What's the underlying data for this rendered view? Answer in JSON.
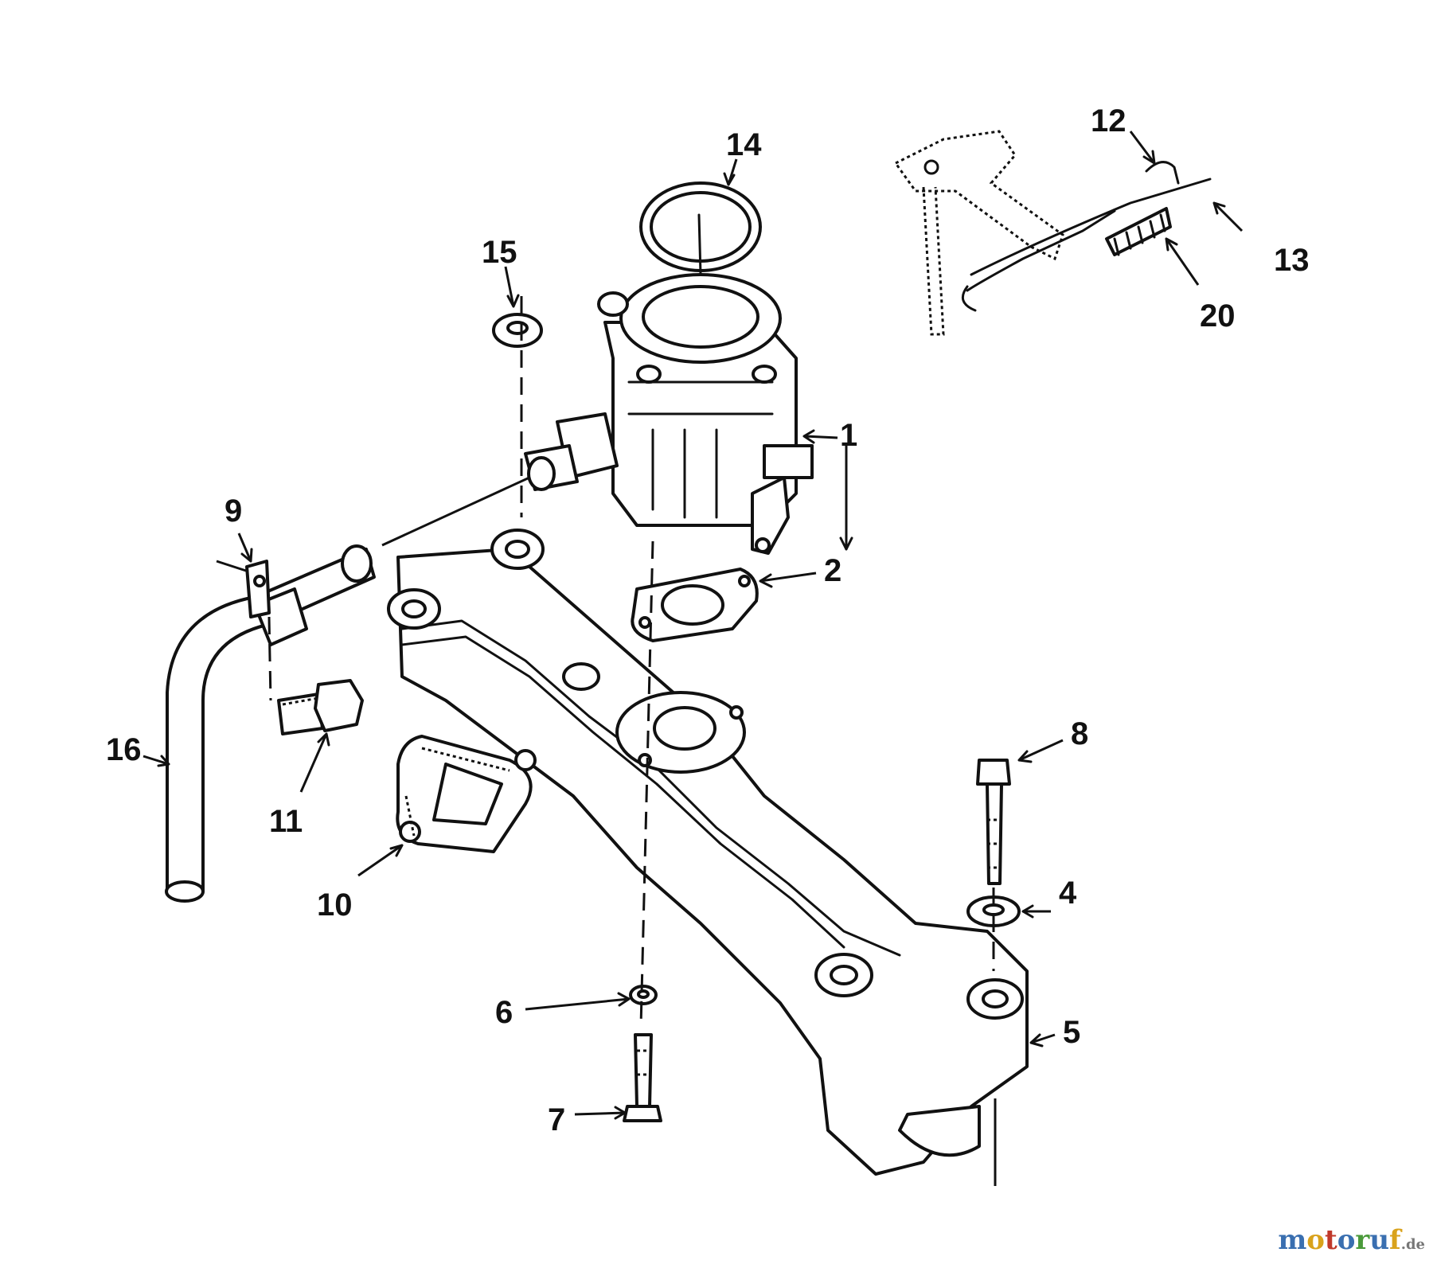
{
  "callouts": [
    {
      "id": "p1",
      "label": "1"
    },
    {
      "id": "p2",
      "label": "2"
    },
    {
      "id": "p4",
      "label": "4"
    },
    {
      "id": "p5",
      "label": "5"
    },
    {
      "id": "p6",
      "label": "6"
    },
    {
      "id": "p7",
      "label": "7"
    },
    {
      "id": "p8",
      "label": "8"
    },
    {
      "id": "p9",
      "label": "9"
    },
    {
      "id": "p10",
      "label": "10"
    },
    {
      "id": "p11",
      "label": "11"
    },
    {
      "id": "p12",
      "label": "12"
    },
    {
      "id": "p13",
      "label": "13"
    },
    {
      "id": "p14",
      "label": "14"
    },
    {
      "id": "p15",
      "label": "15"
    },
    {
      "id": "p16",
      "label": "16"
    },
    {
      "id": "p20",
      "label": "20"
    }
  ],
  "watermark": {
    "parts": [
      {
        "text": "m",
        "color": "#3a6fb0"
      },
      {
        "text": "o",
        "color": "#d9a21b"
      },
      {
        "text": "t",
        "color": "#c0392b"
      },
      {
        "text": "o",
        "color": "#3a6fb0"
      },
      {
        "text": "r",
        "color": "#4a9a3a"
      },
      {
        "text": "u",
        "color": "#3a6fb0"
      },
      {
        "text": "f",
        "color": "#d9a21b"
      },
      {
        "text": ".de",
        "color": "#777777"
      }
    ]
  }
}
